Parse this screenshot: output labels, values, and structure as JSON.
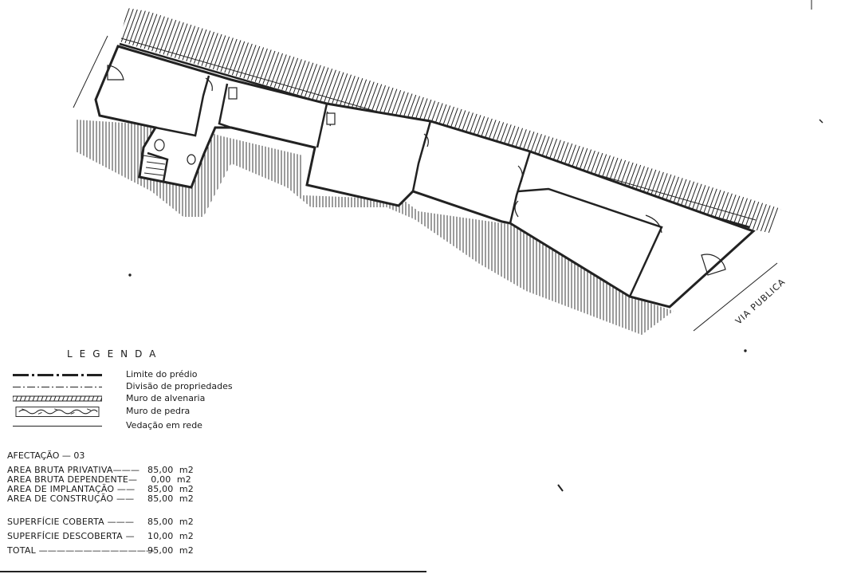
{
  "plan": {
    "street_label": "VIA PUBLICA"
  },
  "legend": {
    "title": "LEGENDA",
    "items": [
      {
        "label": "Limite do prédio",
        "style": "heavy-dash"
      },
      {
        "label": "Divisão de propriedades",
        "style": "dash-dot"
      },
      {
        "label": "Muro de alvenaria",
        "style": "hatch"
      },
      {
        "label": "Muro de pedra",
        "style": "stone"
      },
      {
        "label": "Vedação em rede",
        "style": "thin"
      }
    ]
  },
  "affectation": "AFECTAÇÃO — 03",
  "areas": [
    {
      "label": "AREA BRUTA PRIVATIVA———",
      "value": "85,00  m2"
    },
    {
      "label": "AREA BRUTA DEPENDENTE—",
      "value": "0,00  m2"
    },
    {
      "label": "AREA DE IMPLANTAÇÃO ——",
      "value": "85,00  m2"
    },
    {
      "label": "AREA DE CONSTRUÇÃO ——",
      "value": "85,00  m2"
    }
  ],
  "surfaces": [
    {
      "label": "SUPERFÍCIE COBERTA ———",
      "value": "85,00  m2"
    },
    {
      "label": "SUPERFÍCIE DESCOBERTA —",
      "value": "10,00  m2"
    },
    {
      "label": "TOTAL —————————————",
      "value": "95,00  m2"
    }
  ],
  "colors": {
    "ink": "#1a1a1a",
    "paper": "#ffffff"
  }
}
